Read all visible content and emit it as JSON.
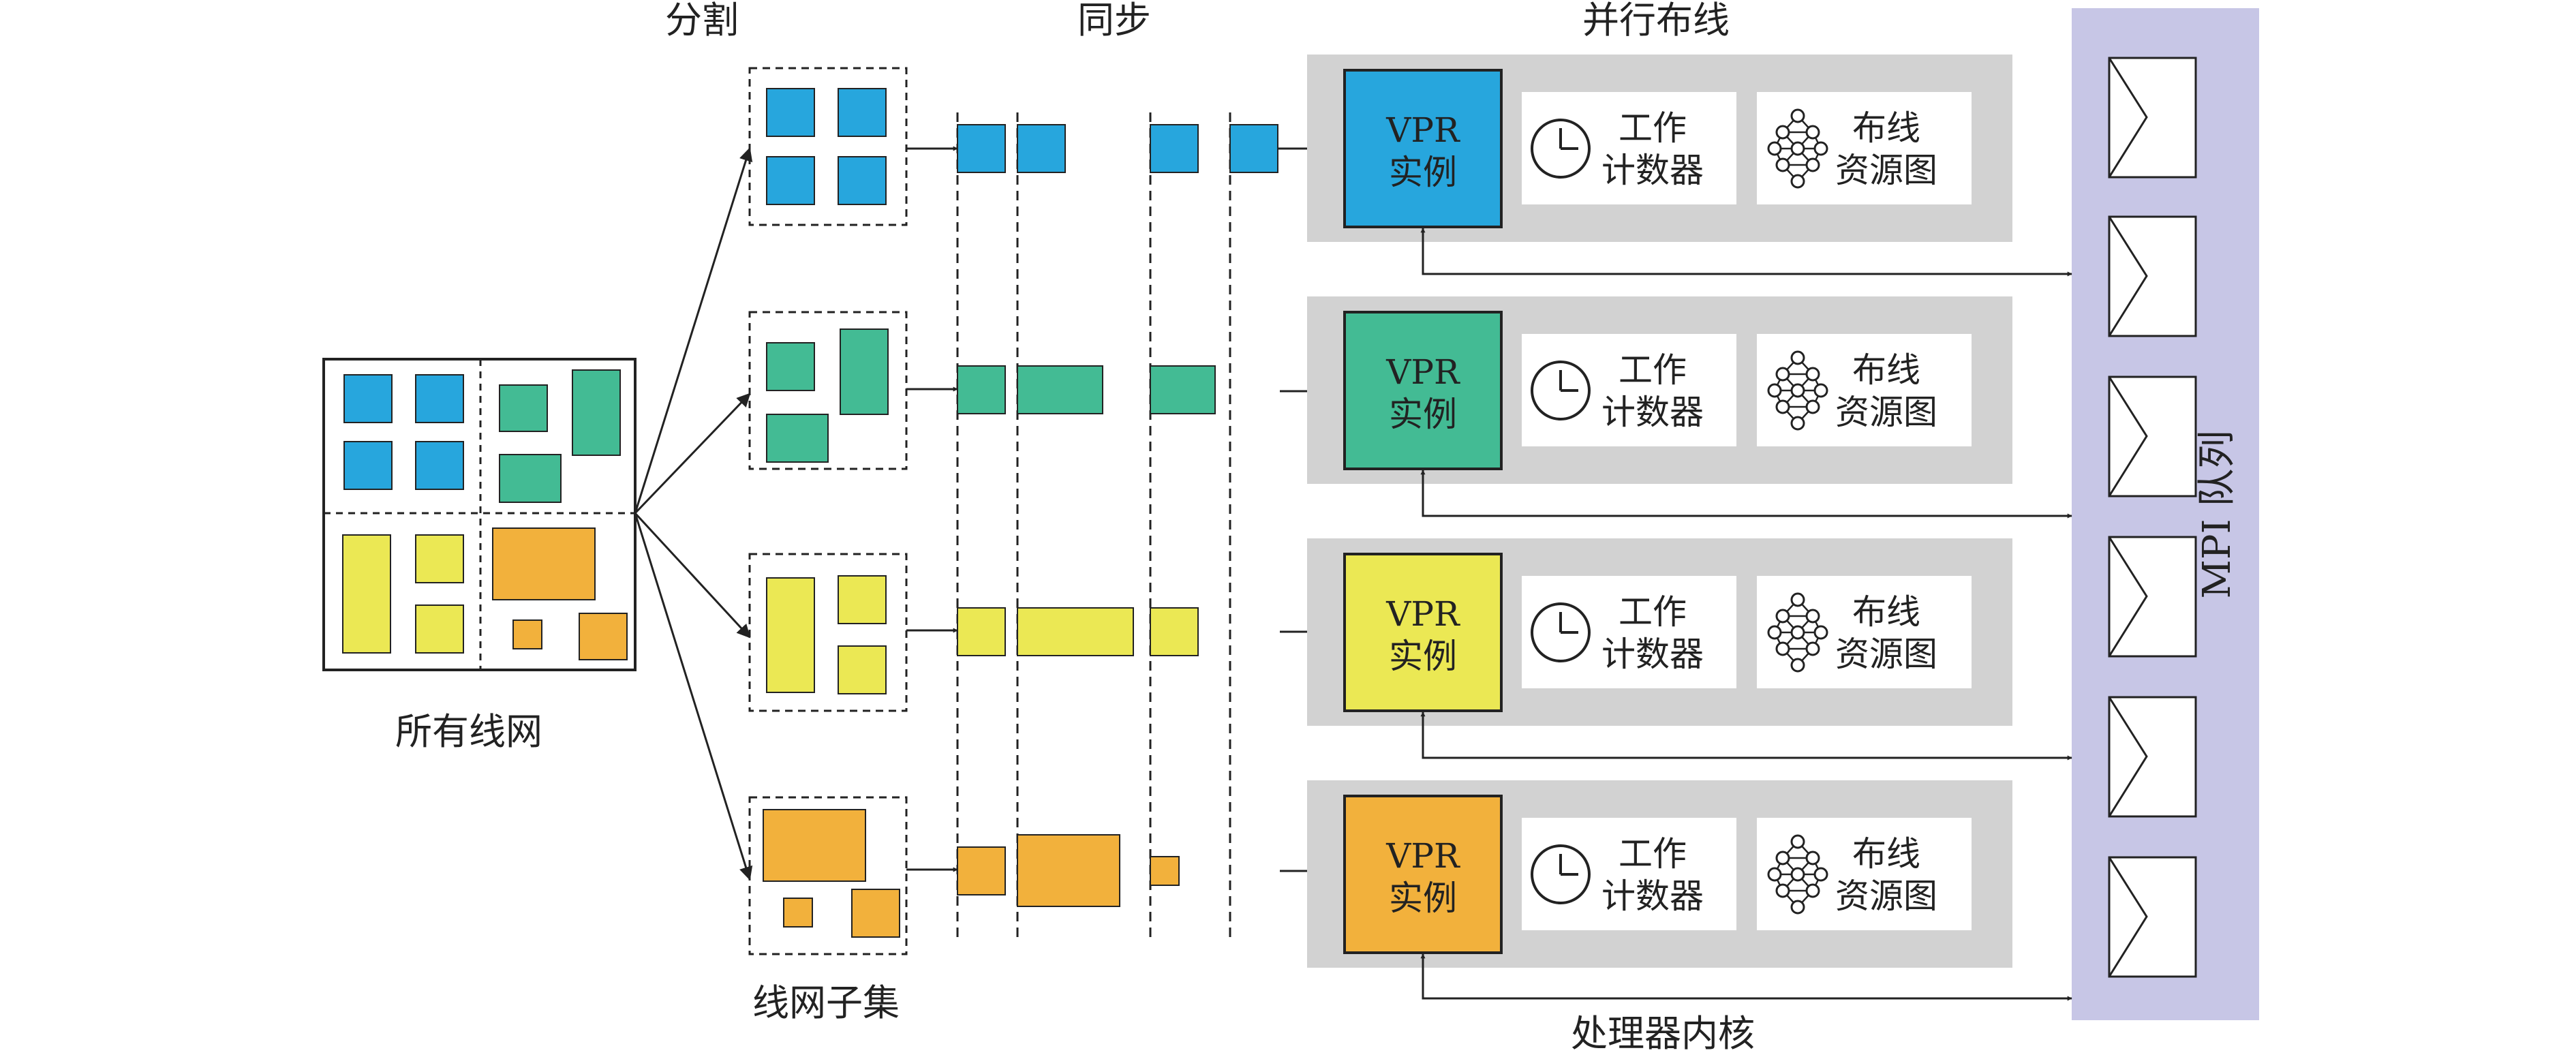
{
  "labels": {
    "partition": "分割",
    "sync": "同步",
    "parallel_routing": "并行布线",
    "all_nets": "所有线网",
    "net_subsets": "线网子集",
    "processor_cores": "处理器内核",
    "mpi_queue": "MPI 队列"
  },
  "lanes": [
    {
      "color": "#27a6dd",
      "vpr_line1": "VPR",
      "vpr_line2": "实例",
      "counter_line1": "工作",
      "counter_line2": "计数器",
      "graph_line1": "布线",
      "graph_line2": "资源图"
    },
    {
      "color": "#43bb94",
      "vpr_line1": "VPR",
      "vpr_line2": "实例",
      "counter_line1": "工作",
      "counter_line2": "计数器",
      "graph_line1": "布线",
      "graph_line2": "资源图"
    },
    {
      "color": "#ebe854",
      "vpr_line1": "VPR",
      "vpr_line2": "实例",
      "counter_line1": "工作",
      "counter_line2": "计数器",
      "graph_line1": "布线",
      "graph_line2": "资源图"
    },
    {
      "color": "#f2b13c",
      "vpr_line1": "VPR",
      "vpr_line2": "实例",
      "counter_line1": "工作",
      "counter_line2": "计数器",
      "graph_line1": "布线",
      "graph_line2": "资源图"
    }
  ],
  "colors": {
    "panel": "#d2d2d2",
    "mpi_bar": "#c7c6e6",
    "line": "#222222"
  }
}
